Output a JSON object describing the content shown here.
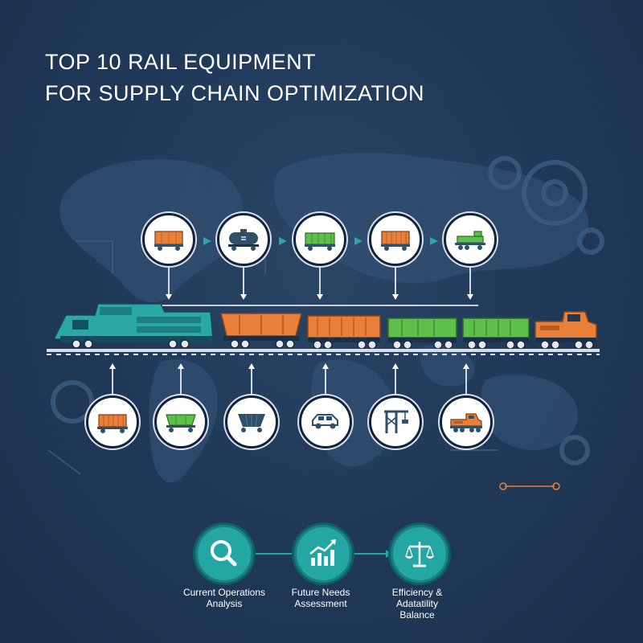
{
  "title": {
    "line1": "TOP 10 RAIL EQUIPMENT",
    "line2": "FOR SUPPLY CHAIN OPTIMIZATION"
  },
  "top_row": [
    {
      "icon": "boxcar-icon",
      "color": "#e8803a"
    },
    {
      "icon": "tank-car-icon",
      "color": "#2f4f6b"
    },
    {
      "icon": "gondola-car-icon",
      "color": "#5fbf4b"
    },
    {
      "icon": "boxcar-icon",
      "color": "#e8803a"
    },
    {
      "icon": "flatcar-icon",
      "color": "#5fbf4b"
    }
  ],
  "bottom_row": [
    {
      "icon": "container-car-icon",
      "color": "#e8803a"
    },
    {
      "icon": "hopper-car-icon",
      "color": "#5fbf4b"
    },
    {
      "icon": "covered-hopper-icon",
      "color": "#2f4f6b"
    },
    {
      "icon": "autorack-car-icon",
      "color": "#2f4f6b"
    },
    {
      "icon": "gantry-crane-icon",
      "color": "#2f4f6b"
    },
    {
      "icon": "locomotive-icon",
      "color": "#e8803a"
    }
  ],
  "train": [
    {
      "type": "locomotive",
      "color": "#2aa8a8"
    },
    {
      "type": "hopper-car",
      "color": "#e8803a"
    },
    {
      "type": "boxcar",
      "color": "#e8803a"
    },
    {
      "type": "gondola-car",
      "color": "#5fbf4b"
    },
    {
      "type": "boxcar",
      "color": "#5fbf4b"
    },
    {
      "type": "locomotive",
      "color": "#e8803a"
    }
  ],
  "stages": [
    {
      "label": "Current Operations\nAnalysis",
      "icon": "magnifier-icon"
    },
    {
      "label": "Future Needs\nAssessment",
      "icon": "growth-chart-icon"
    },
    {
      "label": "Efficiency &\nAdatatility\nBalance",
      "icon": "balance-scale-icon"
    }
  ],
  "colors": {
    "background": "#213a5a",
    "teal": "#2aa8a8",
    "orange": "#e8803a",
    "green": "#5fbf4b",
    "navy": "#2f4f6b"
  }
}
